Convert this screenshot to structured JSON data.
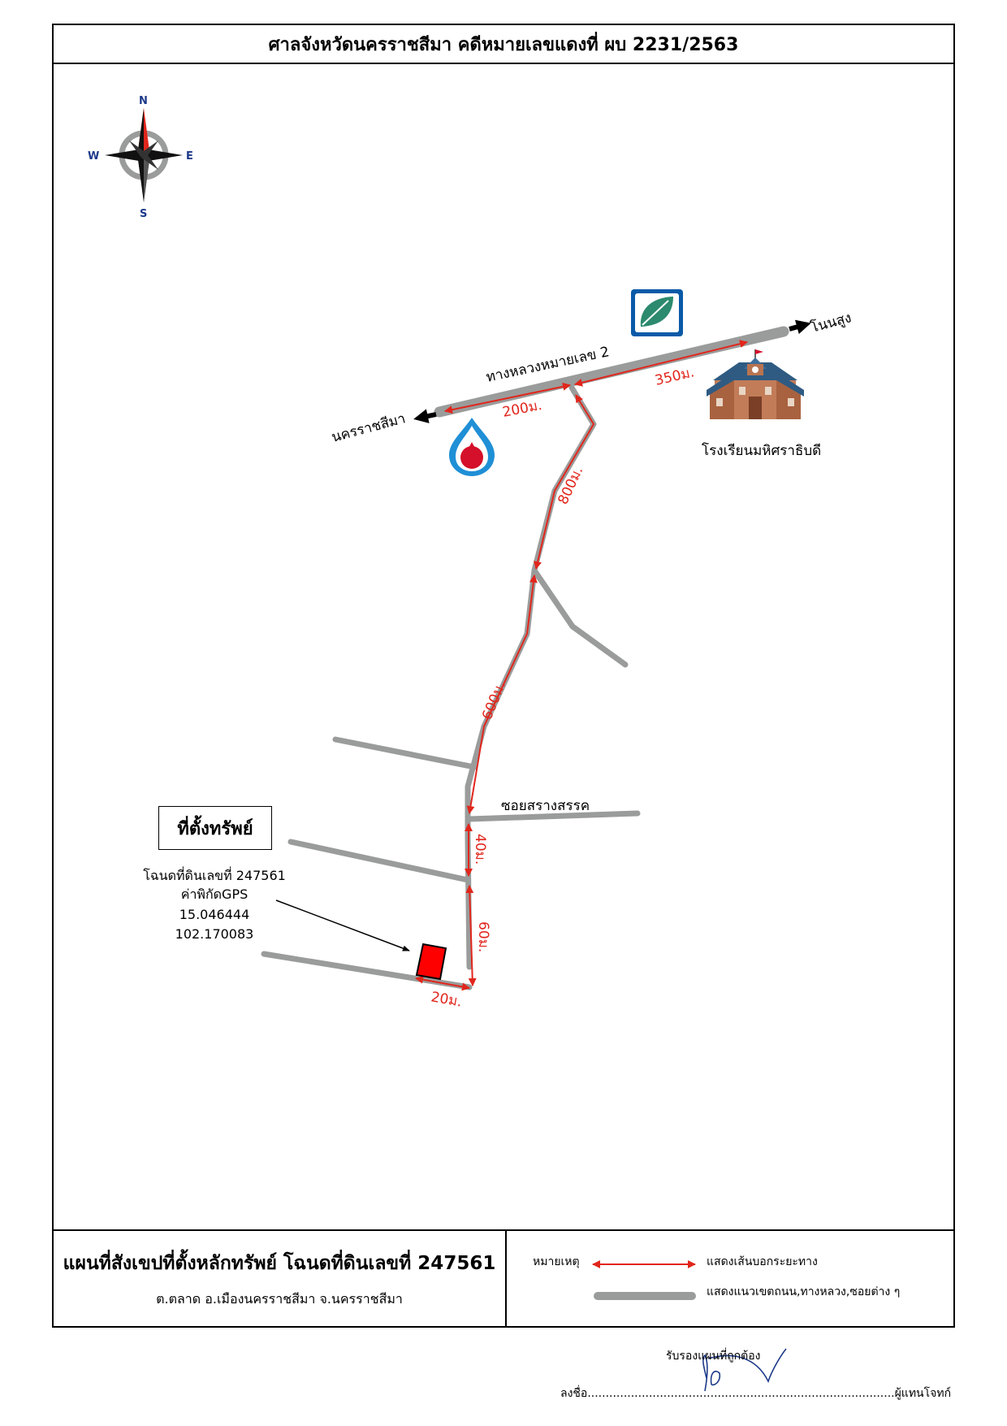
{
  "header": {
    "title": "ศาลจังหวัดนครราชสีมา คดีหมายเลขแดงที่ ผบ 2231/2563"
  },
  "compass": {
    "north": "N",
    "south": "S",
    "east": "E",
    "west": "W"
  },
  "map": {
    "highway_label": "ทางหลวงหมายเลข 2",
    "dest_left": "นครราชสีมา",
    "dest_right": "โนนสูง",
    "school_label": "โรงเรียนมหิศราธิบดี",
    "soi_label": "ซอยสรางสรรค",
    "distances": {
      "d200": "200ม.",
      "d350": "350ม.",
      "d800": "800ม.",
      "d600": "600ม.",
      "d40": "40ม.",
      "d60": "60ม.",
      "d20": "20ม."
    },
    "property": {
      "title": "ที่ตั้งทรัพย์",
      "deed": "โฉนดที่ดินเลขที่ 247561",
      "gps_label": "ค่าพิกัดGPS",
      "lat": "15.046444",
      "lon": "102.170083"
    },
    "colors": {
      "road": "#9a9c9b",
      "distance_arrow": "#e1261c",
      "property": "#ff0000"
    },
    "icons": [
      "compass-rose-icon",
      "bangchak-station-icon",
      "ptt-station-icon",
      "school-building-icon"
    ]
  },
  "footer": {
    "plan_title": "แผนที่สังเขปที่ตั้งหลักทรัพย์ โฉนดที่ดินเลขที่ 247561",
    "plan_sub": "ต.ตลาด  อ.เมืองนครราชสีมา  จ.นครราชสีมา",
    "legend_label": "หมายเหตุ",
    "legend_red": "แสดงเส้นบอกระยะทาง",
    "legend_gray": "แสดงแนวเขตถนน,ทางหลวง,ซอยต่าง ๆ"
  },
  "signature": {
    "certify": "รับรองแผนที่ถูกต้อง",
    "line": "ลงชื่อ.....................................................................................ผู้แทนโจทก์"
  }
}
